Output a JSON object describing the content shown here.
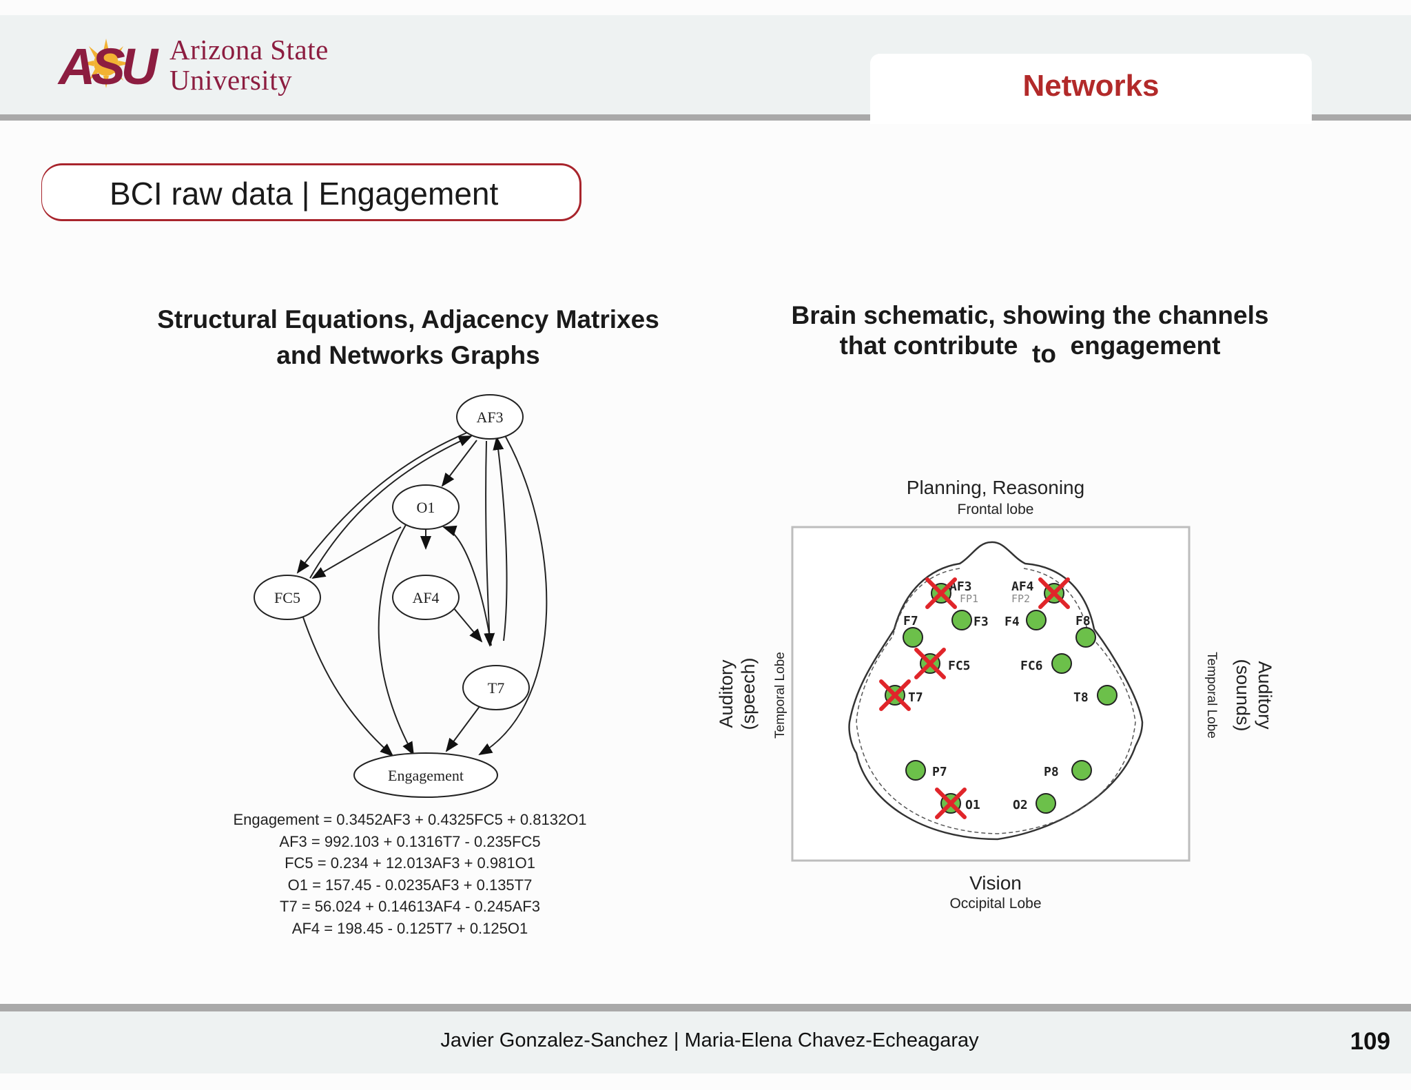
{
  "header": {
    "logo_mark_text": "ASU",
    "university_line1": "Arizona State",
    "university_line2": "University",
    "section": "Networks"
  },
  "slide": {
    "title": "BCI raw data | Engagement"
  },
  "left": {
    "subtitle_line1": "Structural Equations, Adjacency Matrixes",
    "subtitle_line2": "and Networks Graphs",
    "graph": {
      "nodes": [
        "AF3",
        "O1",
        "FC5",
        "AF4",
        "T7",
        "Engagement"
      ],
      "edges": [
        [
          "AF3",
          "O1"
        ],
        [
          "AF3",
          "FC5"
        ],
        [
          "FC5",
          "AF3"
        ],
        [
          "O1",
          "FC5"
        ],
        [
          "O1",
          "AF4"
        ],
        [
          "O1",
          "Engagement"
        ],
        [
          "AF4",
          "T7"
        ],
        [
          "T7",
          "O1"
        ],
        [
          "AF3",
          "T7"
        ],
        [
          "T7",
          "AF3"
        ],
        [
          "AF3",
          "Engagement"
        ],
        [
          "FC5",
          "Engagement"
        ],
        [
          "T7",
          "Engagement"
        ]
      ]
    },
    "equations": [
      "Engagement = 0.3452AF3 + 0.4325FC5 + 0.8132O1",
      "AF3 =  992.103 +  0.1316T7 - 0.235FC5",
      "FC5 = 0.234 + 12.013AF3 + 0.981O1",
      "O1 = 157.45 - 0.0235AF3 + 0.135T7",
      "T7 = 56.024 + 0.14613AF4 - 0.245AF3",
      "AF4 = 198.45 - 0.125T7 + 0.125O1"
    ]
  },
  "right": {
    "subtitle_line1": "Brain schematic, showing the channels",
    "subtitle_line2a": "that contribute",
    "subtitle_line2b": "to",
    "subtitle_line2c": "engagement",
    "top_label": "Planning, Reasoning",
    "top_sublabel": "Frontal lobe",
    "bottom_label": "Vision",
    "bottom_sublabel": "Occipital Lobe",
    "left_label_line1": "Auditory",
    "left_label_line2": "(speech)",
    "left_sublabel": "Temporal Lobe",
    "right_label_line1": "Auditory",
    "right_label_line2": "(sounds)",
    "right_sublabel": "Temporal Lobe",
    "channels": [
      {
        "name": "AF3",
        "marked": true
      },
      {
        "name": "AF4",
        "marked": true
      },
      {
        "name": "FP1",
        "marked": false
      },
      {
        "name": "FP2",
        "marked": false
      },
      {
        "name": "F7",
        "marked": false
      },
      {
        "name": "F3",
        "marked": false
      },
      {
        "name": "F4",
        "marked": false
      },
      {
        "name": "F8",
        "marked": false
      },
      {
        "name": "FC5",
        "marked": true
      },
      {
        "name": "FC6",
        "marked": false
      },
      {
        "name": "T7",
        "marked": true
      },
      {
        "name": "T8",
        "marked": false
      },
      {
        "name": "P7",
        "marked": false
      },
      {
        "name": "P8",
        "marked": false
      },
      {
        "name": "O1",
        "marked": true
      },
      {
        "name": "O2",
        "marked": false
      }
    ],
    "colors": {
      "electrode": "#6cc04a",
      "cross": "#e0252a"
    }
  },
  "footer": {
    "authors": "Javier Gonzalez-Sanchez  |  Maria-Elena Chavez-Echeagaray",
    "page": "109"
  },
  "colors": {
    "brand": "#8c1d40",
    "accent": "#b22a2a",
    "rule": "#a9a9a9"
  }
}
